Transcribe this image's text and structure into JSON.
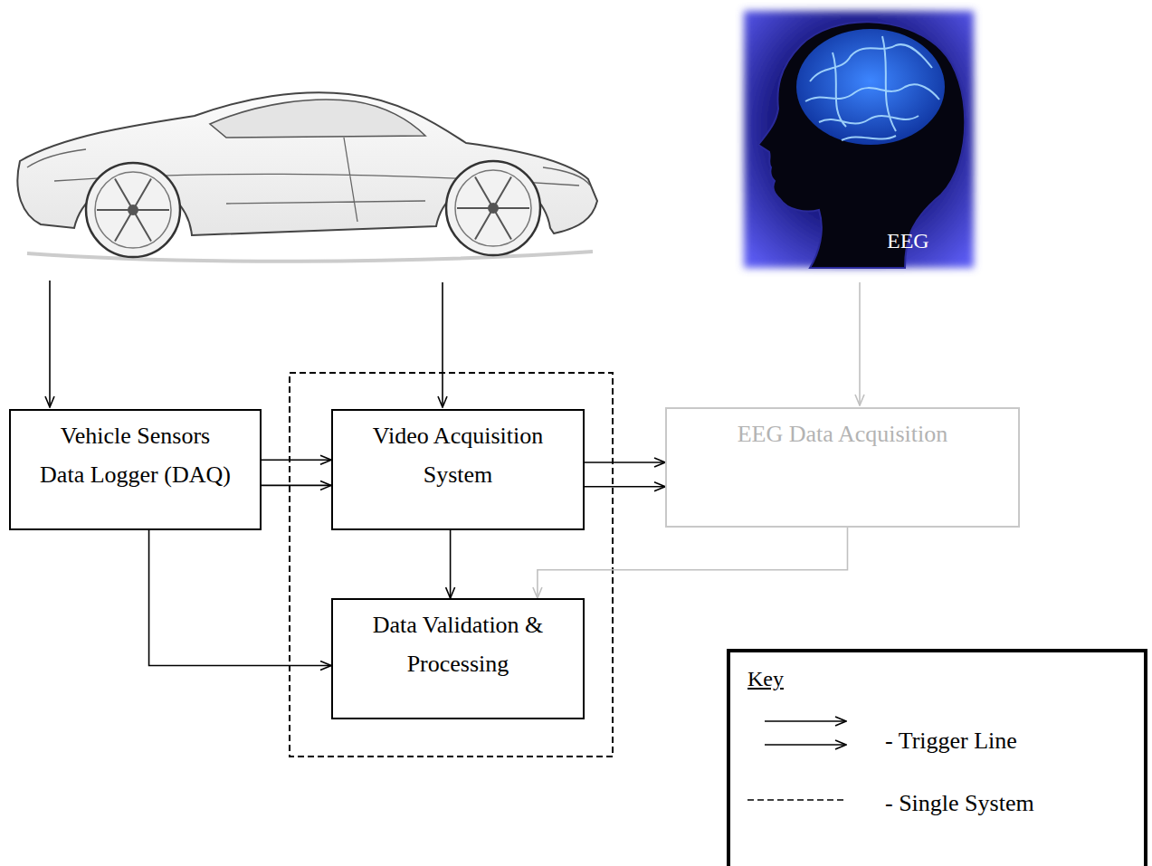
{
  "diagram": {
    "nodes": [
      {
        "text": [
          "Vehicle Sensors Data Logger (DAQ)"
        ]
      },
      {
        "text": [
          "Video Acquisition System"
        ]
      },
      {
        "text": [
          "EEG Data Acquisition"
        ]
      },
      {
        "text": [
          "Data Validation & Processing"
        ]
      }
    ],
    "edges": [
      {
        "from": 0,
        "to": 1,
        "arrow": "to"
      },
      {
        "from": 1,
        "to": 2,
        "arrow": "to"
      },
      {
        "from": 1,
        "to": 3,
        "arrow": "to"
      },
      {
        "from": 2,
        "to": 3,
        "arrow": "to"
      },
      {
        "from": 0,
        "to": 3,
        "arrow": "to"
      }
    ],
    "labels": [
      "EEG",
      "Key"
    ],
    "legend": [
      {
        "text": "- Trigger Line"
      },
      {
        "text": "- Single System"
      }
    ]
  }
}
